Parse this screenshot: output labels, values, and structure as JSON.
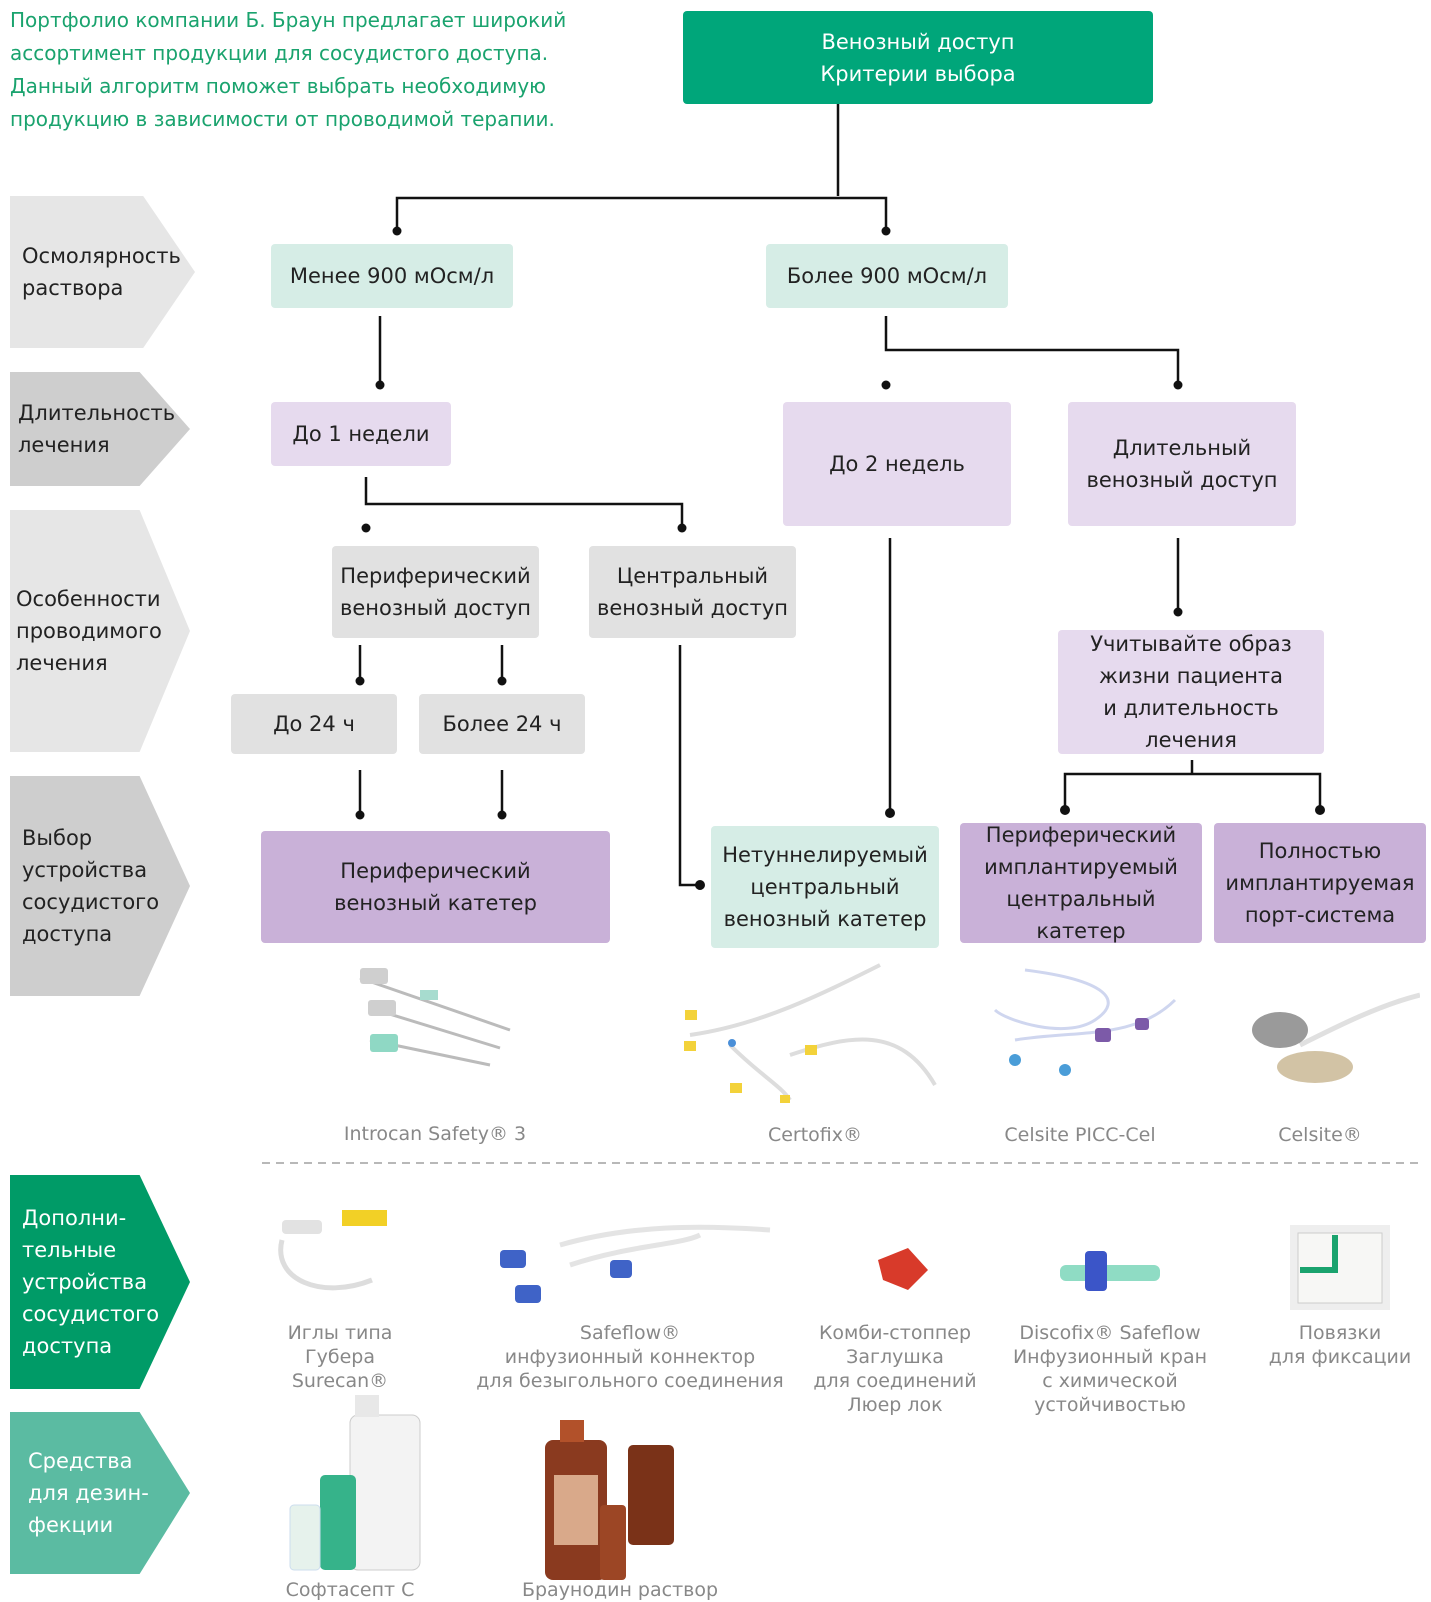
{
  "intro": "Портфолио компании Б. Браун предлагает широкий ассортимент продукции для сосудистого доступа. Данный алгоритм поможет выбрать необходимую продукцию в зависимости от проводимой терапии.",
  "title": {
    "line1": "Венозный доступ",
    "line2": "Критерии выбора"
  },
  "side": {
    "osm": {
      "line1": "Осмолярность",
      "line2": "раствора"
    },
    "dur": {
      "line1": "Длительность",
      "line2": "лечения"
    },
    "feat": {
      "line1": "Особенности",
      "line2": "проводимого",
      "line3": "лечения"
    },
    "choice": {
      "line1": "Выбор",
      "line2": "устройства",
      "line3": "сосудистого",
      "line4": "доступа"
    },
    "extra": {
      "line1": "Дополни-",
      "line2": "тельные",
      "line3": "устройства",
      "line4": "сосудистого",
      "line5": "доступа"
    },
    "disinf": {
      "line1": "Средства",
      "line2": "для дезин-",
      "line3": "фекции"
    }
  },
  "nodes": {
    "lt900": "Менее 900 мОсм/л",
    "gt900": "Более 900 мОсм/л",
    "week1": "До 1 недели",
    "weeks2": "До 2 недель",
    "long": {
      "line1": "Длительный",
      "line2": "венозный доступ"
    },
    "periph": {
      "line1": "Периферический",
      "line2": "венозный доступ"
    },
    "central": {
      "line1": "Центральный",
      "line2": "венозный доступ"
    },
    "h24": "До 24 ч",
    "h24plus": "Более 24 ч",
    "lifestyle": {
      "line1": "Учитывайте образ",
      "line2": "жизни пациента",
      "line3": "и длительность лечения"
    },
    "pvc": {
      "line1": "Периферический",
      "line2": "венозный катетер"
    },
    "cvc": {
      "line1": "Нетуннелируемый",
      "line2": "центральный",
      "line3": "венозный катетер"
    },
    "picc": {
      "line1": "Периферический",
      "line2": "имплантируемый",
      "line3": "центральный катетер"
    },
    "port": {
      "line1": "Полностью",
      "line2": "имплантируемая",
      "line3": "порт-система"
    }
  },
  "products": {
    "introcan": "Introcan Safety® 3",
    "certofix": "Certofix®",
    "picc": "Celsite PICC-Cel",
    "celsite": "Celsite®"
  },
  "extras": {
    "huber": {
      "line1": "Иглы типа Губера",
      "line2": "Surecan®"
    },
    "safeflow": {
      "line1": "Safeflow®",
      "line2": "инфузионный коннектор",
      "line3": "для безыгольного соединения"
    },
    "stopper": {
      "line1": "Комби-стоппер",
      "line2": "Заглушка",
      "line3": "для соединений",
      "line4": "Люер лок"
    },
    "discofix": {
      "line1": "Discofix® Safeflow",
      "line2": "Инфузионный кран",
      "line3": "с химической",
      "line4": "устойчивостью"
    },
    "dressing": {
      "line1": "Повязки",
      "line2": "для фиксации"
    }
  },
  "disinfectants": {
    "softasept": "Софтасепт С",
    "braunodin": "Браунодин раствор"
  },
  "colors": {
    "green": "#00a67a",
    "mint": "#d6ede6",
    "lavender": "#e6daee",
    "purple": "#c9b1d8",
    "gray": "#e1e1e1"
  }
}
